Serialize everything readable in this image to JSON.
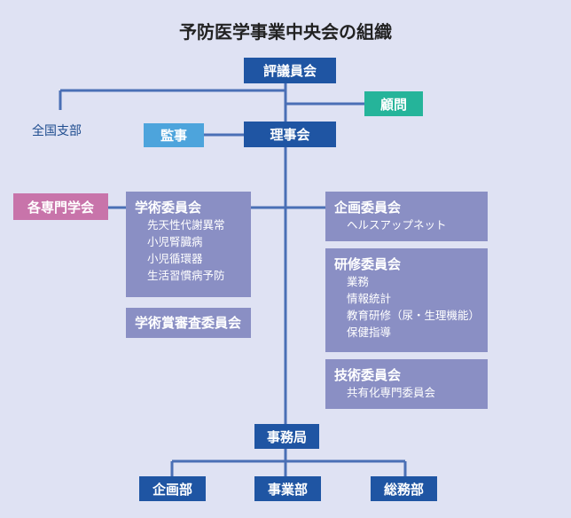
{
  "title": "予防医学事業中央会の組織",
  "nodes": {
    "hyogiinkai": "評議員会",
    "komon": "顧問",
    "zenkoku_shibu": "全国支部",
    "kanji": "監事",
    "rijikai": "理事会",
    "kaku_senmon_gakkai": "各専門学会",
    "jimukyoku": "事務局"
  },
  "panels": {
    "gakujutsu": {
      "title": "学術委員会",
      "items": [
        "先天性代謝異常",
        "小児腎臓病",
        "小児循環器",
        "生活習慣病予防"
      ]
    },
    "gakujutsusho": {
      "title": "学術賞審査委員会"
    },
    "kikaku": {
      "title": "企画委員会",
      "items": [
        "ヘルスアップネット"
      ]
    },
    "kenshu": {
      "title": "研修委員会",
      "items": [
        "業務",
        "情報統計",
        "教育研修（尿・生理機能）",
        "保健指導"
      ]
    },
    "gijutsu": {
      "title": "技術委員会",
      "items": [
        "共有化専門委員会"
      ]
    }
  },
  "departments": [
    "企画部",
    "事業部",
    "総務部"
  ],
  "colors": {
    "background": "#dfe2f3",
    "navy": "#1f55a3",
    "teal": "#25b49a",
    "sky": "#4da4dc",
    "pink": "#c874aa",
    "panel": "#8a8fc4",
    "line": "#4a6fb5"
  }
}
